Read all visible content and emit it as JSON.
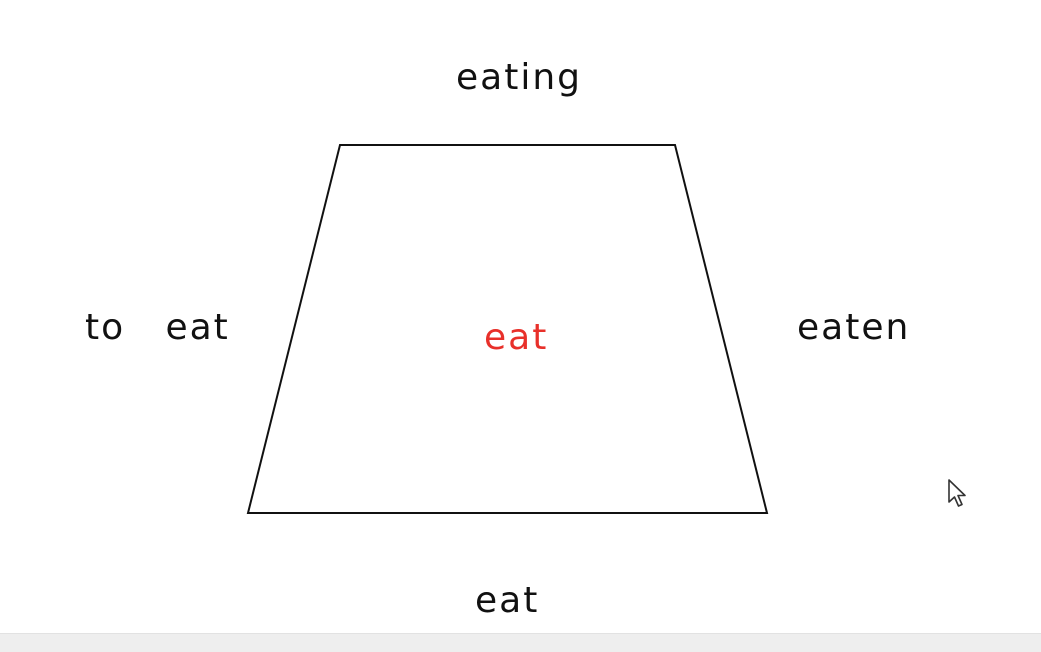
{
  "diagram": {
    "shape": "trapezoid",
    "stroke_color": "#111111",
    "labels": {
      "top": "eating",
      "left": "to   eat",
      "right": "eaten",
      "center": "eat",
      "bottom": "eat"
    },
    "colors": {
      "text": "#111111",
      "center_text": "#e8302a"
    }
  },
  "cursor": {
    "icon": "mouse-pointer-icon"
  }
}
